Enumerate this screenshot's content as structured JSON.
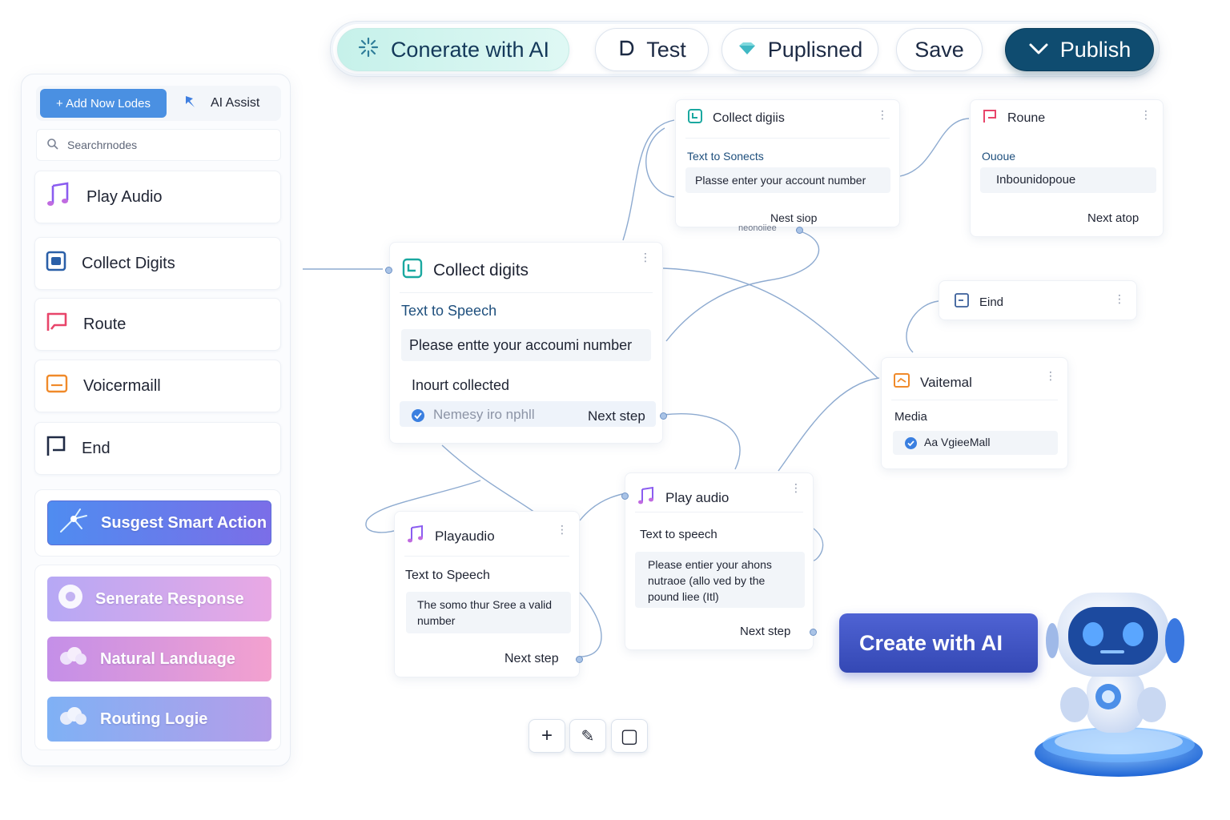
{
  "toolbar": {
    "generate_label": "Conerate with AI",
    "test_label": "Test",
    "published_label": "Puplisned",
    "save_label": "Save",
    "publish_label": "Publish"
  },
  "sidebar": {
    "add_label": "+ Add Now Lodes",
    "ai_assist_label": "AI Assist",
    "search_placeholder": "Searchrnodes",
    "items": [
      {
        "label": "Play Audio",
        "icon": "music-note-icon"
      },
      {
        "label": "Collect Digits",
        "icon": "keypad-icon"
      },
      {
        "label": "Route",
        "icon": "route-flag-icon"
      },
      {
        "label": "Voicermaill",
        "icon": "voicemail-icon"
      },
      {
        "label": "End",
        "icon": "end-icon"
      }
    ],
    "ai_actions": [
      {
        "label": "Susgest Smart Action"
      },
      {
        "label": "Senerate Response"
      },
      {
        "label": "Natural Landuage"
      },
      {
        "label": "Routing Logie"
      }
    ]
  },
  "nodes": {
    "collect_top": {
      "title": "Collect digiis",
      "label": "Text to Sonects",
      "field": "Plasse enter your account number",
      "next": "Nest siop",
      "sub": "neonoiiee"
    },
    "route": {
      "title": "Roune",
      "label": "Ououe",
      "field": "Inbounidopoue",
      "next": "Next atop"
    },
    "collect_main": {
      "title": "Collect digits",
      "label": "Text to Speech",
      "field": "Please entte your accoumi number",
      "status": "Inourt collected",
      "check_text": "Nemesy iro nphll",
      "next": "Next step"
    },
    "end": {
      "title": "Eind"
    },
    "voicemail": {
      "title": "Vaitemal",
      "label": "Media",
      "field": "Aa VgieeMall"
    },
    "play_audio_right": {
      "title": "Play audio",
      "label": "Text to speech",
      "field": "Please entier your ahons nutraoe (allo ved by the pound liee (Itl)",
      "next": "Next step"
    },
    "play_audio_left": {
      "title": "Playaudio",
      "label": "Text to Speech",
      "field": "The somo thur Sree a valid number",
      "next": "Next step"
    }
  },
  "canvas_tools": {
    "add": "+",
    "edit": "✎",
    "frame": "▢"
  },
  "create_ai_label": "Create with AI",
  "colors": {
    "accent": "#4a90e2",
    "publish_bg": "#0f4c70",
    "generate_bg": "#c6f1ea",
    "wire": "#7a9cc8"
  }
}
